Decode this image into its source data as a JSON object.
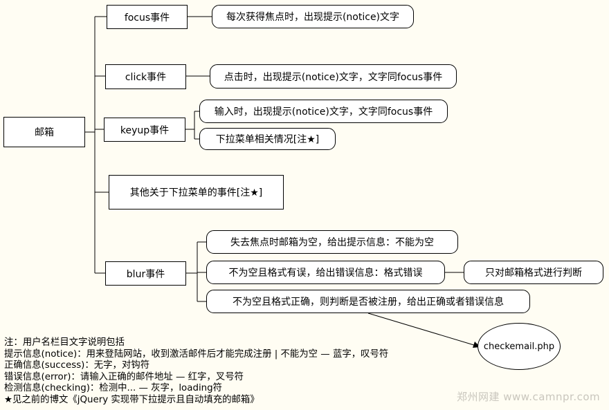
{
  "root": "邮箱",
  "events": {
    "focus": "focus事件",
    "click": "click事件",
    "keyup": "keyup事件",
    "other": "其他关于下拉菜单的事件[注★]",
    "blur": "blur事件"
  },
  "details": {
    "focus": "每次获得焦点时，出现提示(notice)文字",
    "click": "点击时，出现提示(notice)文字，文字同focus事件",
    "keyup_1": "输入时，出现提示(notice)文字，文字同focus事件",
    "keyup_2": "下拉菜单相关情况[注★]",
    "blur_1": "失去焦点时邮箱为空，给出提示信息：不能为空",
    "blur_2": "不为空且格式有误，给出错误信息：格式错误",
    "blur_2_sub": "只对邮箱格式进行判断",
    "blur_3": "不为空且格式正确，则判断是否被注册，给出正确或者错误信息"
  },
  "server": "checkemail.php",
  "notes": [
    "注：用户名栏目文字说明包括",
    "提示信息(notice)：用来登陆网站，收到激活邮件后才能完成注册 | 不能为空 — 蓝字，叹号符",
    "正确信息(success)：无字，对钩符",
    "错误信息(error)：请输入正确的邮件地址 — 红字，叉号符",
    "检测信息(checking)：检测中... — 灰字，loading符",
    "★见之前的博文《jQuery 实现带下拉提示且自动填充的邮箱》"
  ],
  "watermark": "郑州网建 www.camnpr.com"
}
